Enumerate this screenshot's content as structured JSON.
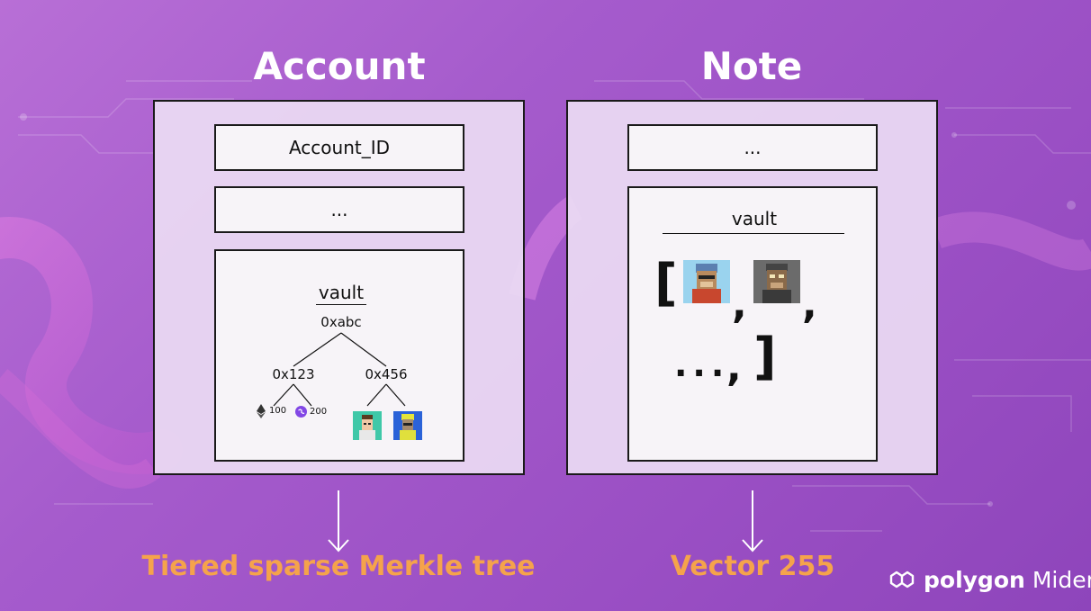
{
  "account": {
    "title": "Account",
    "id_field": "Account_ID",
    "ellipsis_field": "...",
    "vault_label": "vault",
    "root_node": "0xabc",
    "left_node": "0x123",
    "right_node": "0x456",
    "eth_amount": "100",
    "matic_amount": "200",
    "caption": "Tiered sparse Merkle tree"
  },
  "note": {
    "title": "Note",
    "ellipsis_field": "...",
    "vault_label": "vault",
    "open_bracket": "[",
    "close_bracket": "]",
    "comma": ",",
    "trailing_ellipsis": "...",
    "caption": "Vector 255"
  },
  "brand": {
    "name": "polygon",
    "product": "Miden"
  },
  "icons": {
    "eth": "ethereum-icon",
    "matic": "polygon-token-icon",
    "nft": "nft-avatar-icon",
    "logo": "polygon-logo-icon",
    "arrow": "arrow-down-icon"
  },
  "colors": {
    "background": "#a55bcc",
    "caption": "#f5a34b",
    "panel": "#ecdcf4",
    "box": "#f7f4f8",
    "border": "#1a1a1a"
  }
}
